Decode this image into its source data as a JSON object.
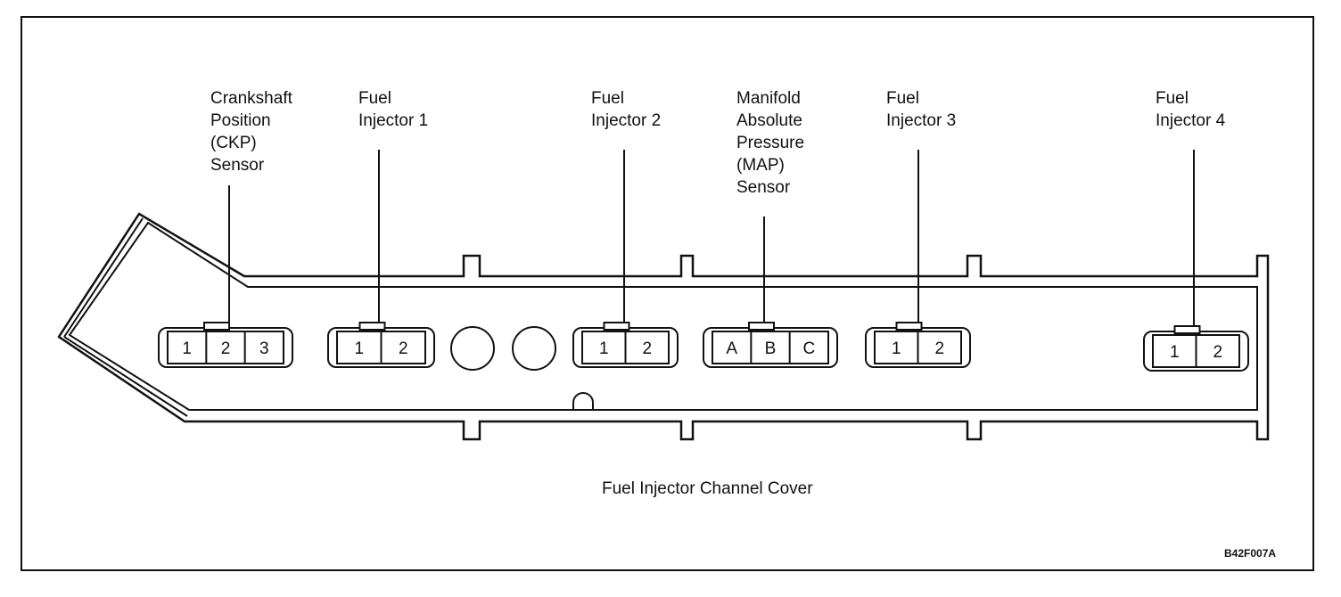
{
  "labels": {
    "ckp": "Crankshaft\nPosition\n(CKP)\nSensor",
    "inj1": "Fuel\nInjector 1",
    "inj2": "Fuel\nInjector 2",
    "map": "Manifold\nAbsolute\nPressure\n(MAP)\nSensor",
    "inj3": "Fuel\nInjector 3",
    "inj4": "Fuel\nInjector 4"
  },
  "pins": {
    "ckp": [
      "1",
      "2",
      "3"
    ],
    "inj1": [
      "1",
      "2"
    ],
    "inj2": [
      "1",
      "2"
    ],
    "map": [
      "A",
      "B",
      "C"
    ],
    "inj3": [
      "1",
      "2"
    ],
    "inj4": [
      "1",
      "2"
    ]
  },
  "caption": "Fuel Injector Channel Cover",
  "figure_code": "B42F007A"
}
